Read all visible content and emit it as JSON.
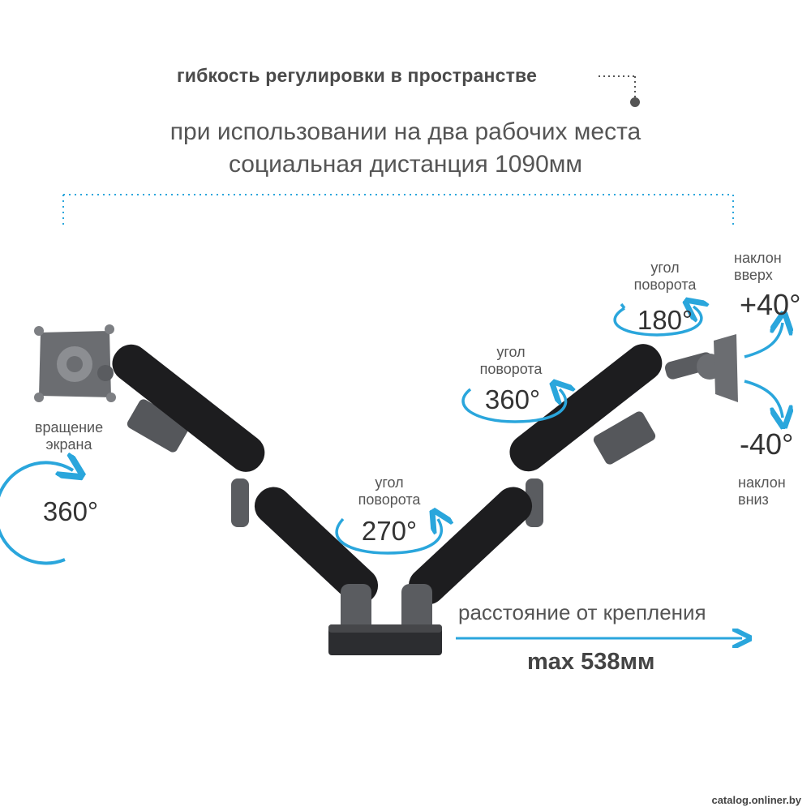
{
  "heading": "гибкость регулировки в пространстве",
  "subtitle_line1": "при использовании на два рабочих места",
  "subtitle_line2": "социальная дистанция 1090мм",
  "rotation_label": {
    "line1": "вращение",
    "line2": "экрана",
    "value": "360°"
  },
  "pivot_right_top": {
    "line1": "угол",
    "line2": "поворота",
    "value": "180°"
  },
  "pivot_mid": {
    "line1": "угол",
    "line2": "поворота",
    "value": "360°"
  },
  "pivot_base": {
    "line1": "угол",
    "line2": "поворота",
    "value": "270°"
  },
  "tilt_up": {
    "line1": "наклон",
    "line2": "вверх",
    "value": "+40°"
  },
  "tilt_down": {
    "line1": "наклон",
    "line2": "вниз",
    "value": "-40°"
  },
  "distance_label": "расстояние от крепления",
  "distance_value": "max 538мм",
  "footer": "catalog.onliner.by",
  "colors": {
    "accent": "#2aa6dc",
    "arm": "#1d1d1f",
    "metal": "#5a5c60",
    "text": "#3a3a3a"
  }
}
